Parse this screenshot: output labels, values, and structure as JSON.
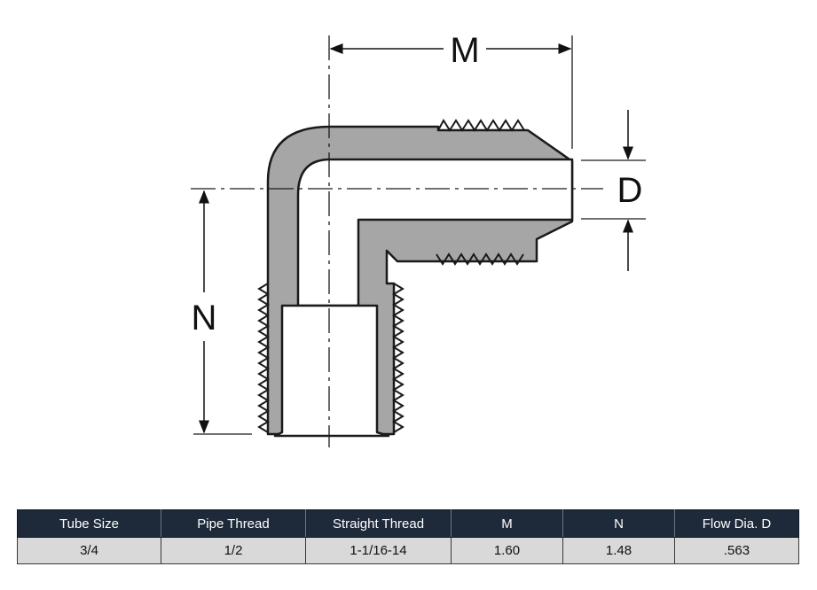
{
  "diagram": {
    "labels": {
      "m": "M",
      "n": "N",
      "d": "D"
    },
    "colors": {
      "body_fill": "#a6a6a6",
      "bore_fill": "#ffffff",
      "outline": "#1a1a1a",
      "table_header": "#1e2a3a",
      "table_row": "#d9d9d9"
    }
  },
  "table": {
    "headers": [
      "Tube Size",
      "Pipe Thread",
      "Straight Thread",
      "M",
      "N",
      "Flow Dia. D"
    ],
    "rows": [
      [
        "3/4",
        "1/2",
        "1-1/16-14",
        "1.60",
        "1.48",
        ".563"
      ]
    ]
  }
}
